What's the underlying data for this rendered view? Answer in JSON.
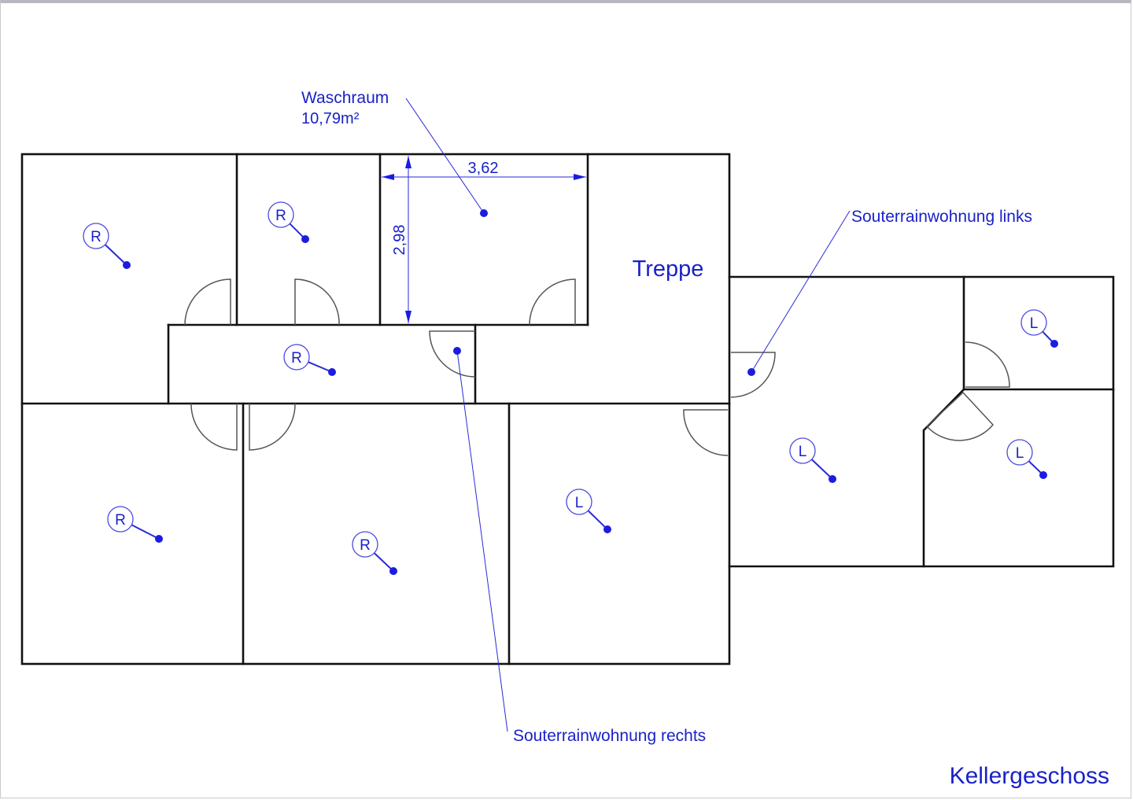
{
  "title": "Kellergeschoss",
  "rooms": {
    "waschraum": {
      "name": "Waschraum",
      "area": "10,79m²"
    },
    "treppe": "Treppe",
    "souterrain_links": "Souterrainwohnung links",
    "souterrain_rechts": "Souterrainwohnung rechts"
  },
  "dimensions": {
    "width": "3,62",
    "depth": "2,98"
  },
  "markers": [
    "R",
    "R",
    "R",
    "R",
    "R",
    "L",
    "L",
    "L",
    "L"
  ],
  "colors": {
    "accent": "#1c1ce0",
    "walls": "#111111",
    "doors": "#555555"
  }
}
